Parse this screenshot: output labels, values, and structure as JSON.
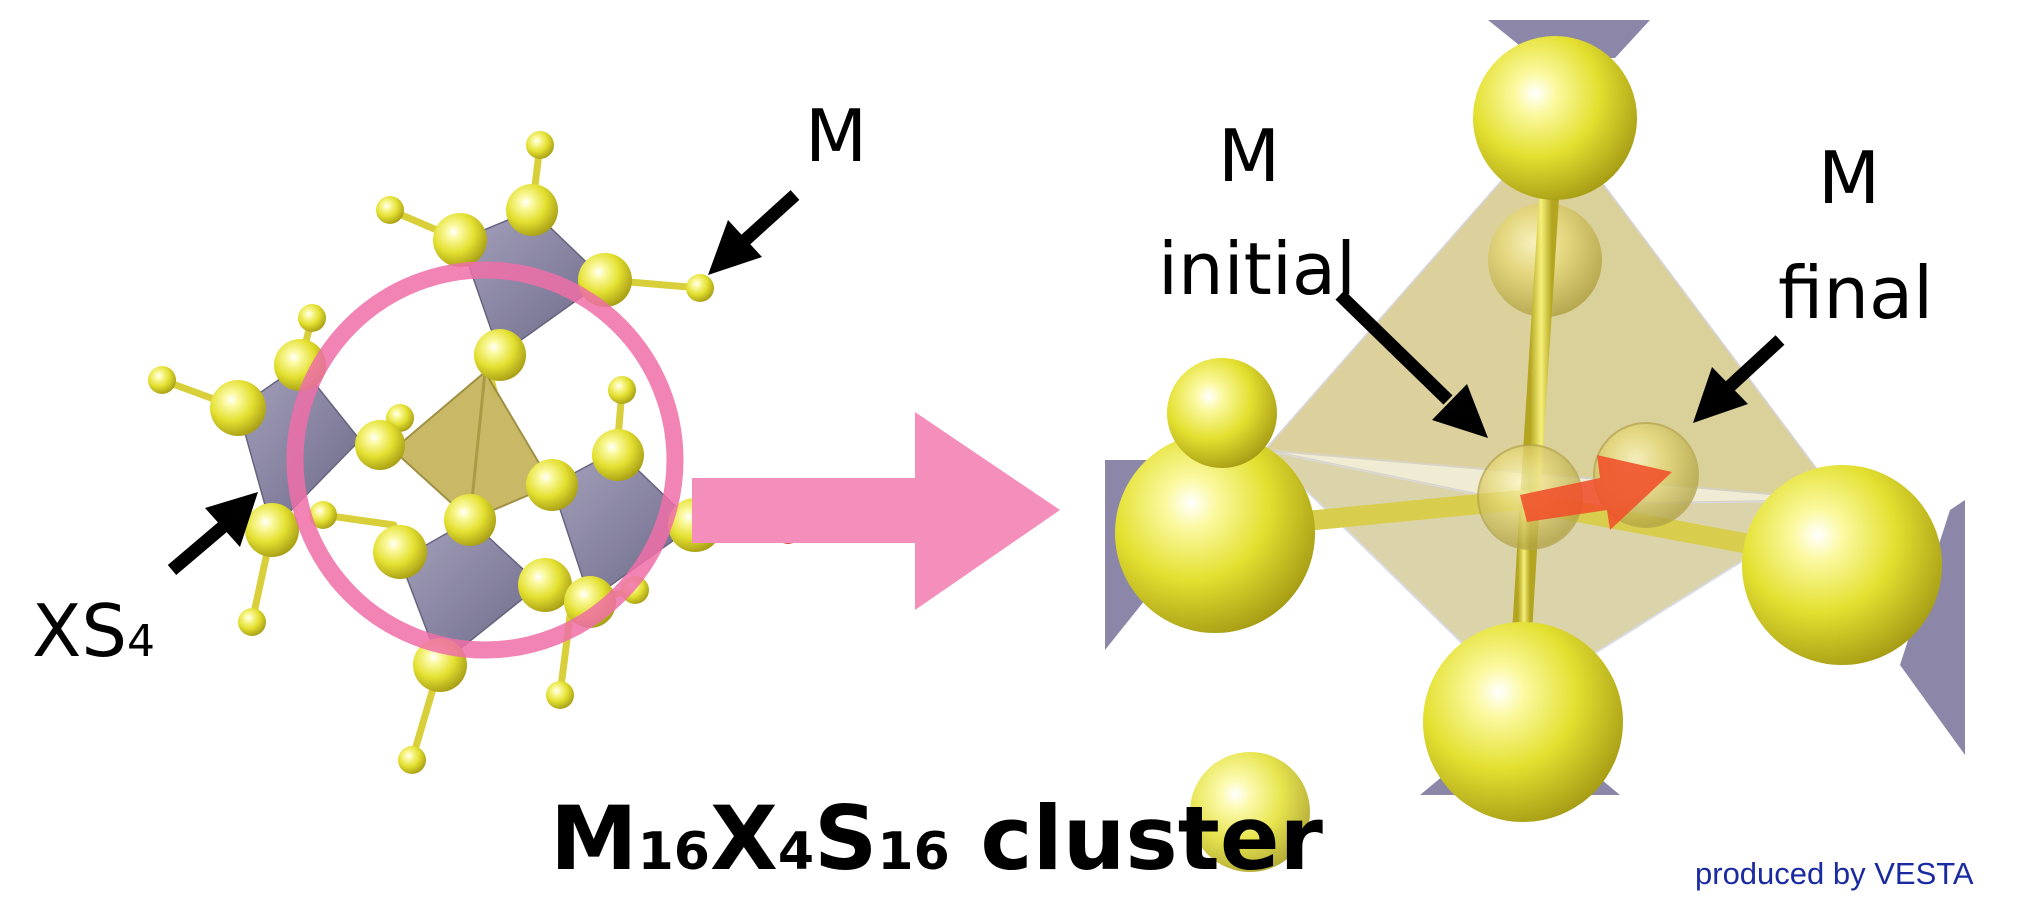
{
  "labels": {
    "m_left": "M",
    "xs4_main": "XS",
    "xs4_sub": "4",
    "m_initial_m": "M",
    "m_initial_word": "initial",
    "m_final_m": "M",
    "m_final_word": "final"
  },
  "title": {
    "p1": "M",
    "s1": "16",
    "p2": "X",
    "s2": "4",
    "p3": "S",
    "s3": "16",
    "p4": " cluster"
  },
  "credit": "produced by VESTA",
  "colors": {
    "sulfur_atom": "#e3e030",
    "tetrahedron_xs4": "#8c87a8",
    "tetrahedron_center": "#c9b96a",
    "highlight_pink": "#ee6fa8",
    "arrow_pink": "#f48fbb",
    "move_arrow": "#f04e2a",
    "credit_text": "#1a2aa0"
  },
  "icons": {
    "pointer_arrow": "black-arrow-icon",
    "zoom_arrow": "pink-arrow-icon",
    "move_arrow": "red-arrow-icon"
  }
}
